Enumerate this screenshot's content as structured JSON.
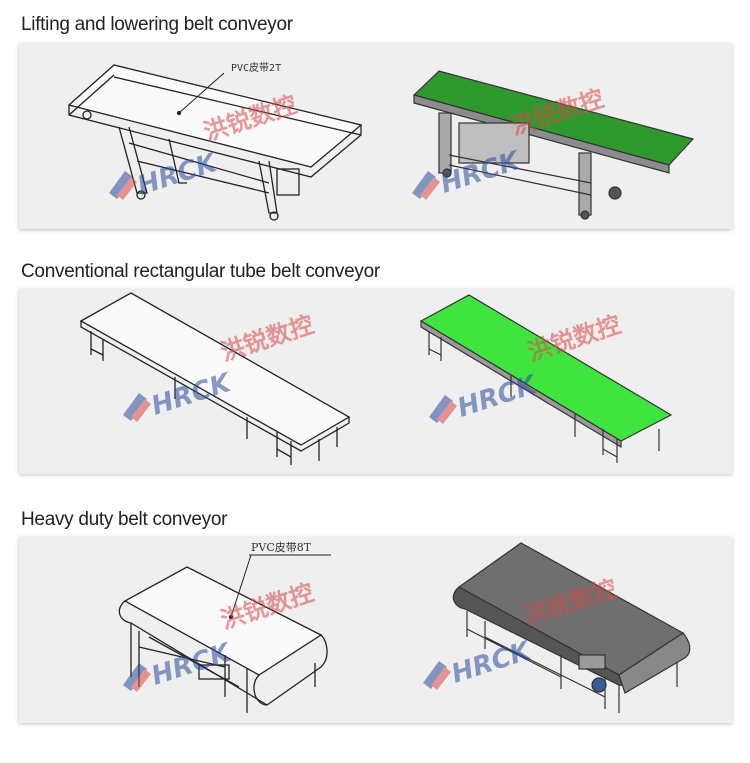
{
  "sections": [
    {
      "title": "Lifting and lowering belt conveyor",
      "annotation": "PVC皮带2T"
    },
    {
      "title": "Conventional rectangular tube belt conveyor"
    },
    {
      "title": "Heavy duty belt conveyor",
      "annotation": "PVC皮带8T"
    }
  ],
  "watermark": {
    "brand": "HRCK",
    "cn": "洪锐数控"
  },
  "colors": {
    "panel_bg": "#efefef",
    "belt_green": "#2e9a2e",
    "belt_lime": "#3fe43f",
    "belt_gray": "#6f6f6f",
    "watermark_blue": "#2a4a9a",
    "watermark_red": "#d84a4a"
  }
}
